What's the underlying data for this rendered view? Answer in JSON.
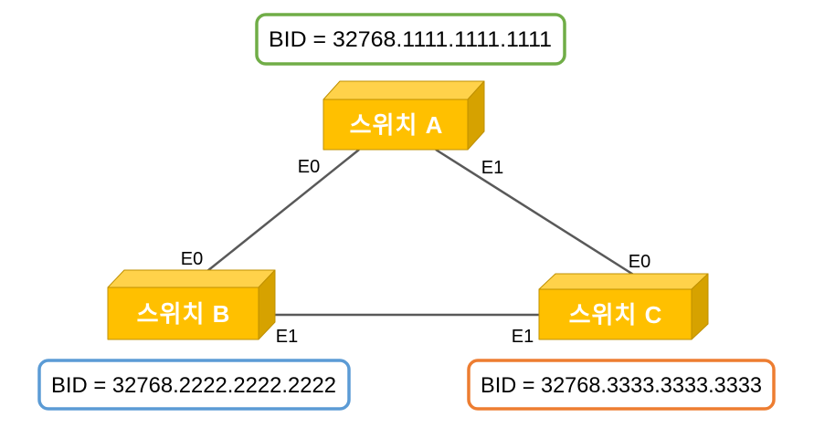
{
  "colors": {
    "gold_front": "#FFC000",
    "gold_top": "#FFD24A",
    "gold_side": "#D6A200",
    "gold_outline": "#BF9000",
    "link_line": "#595959",
    "bid_a_border": "#70AD47",
    "bid_b_border": "#5B9BD5",
    "bid_c_border": "#ED7D31",
    "bid_fill": "#FFFFFF",
    "bid_text": "#000000",
    "switch_name_text": "#FFFFFF",
    "port_text": "#000000"
  },
  "switches": {
    "a": {
      "name": "스위치 A",
      "bid_label": "BID = 32768.1111.1111.1111",
      "ports": {
        "left": "E0",
        "right": "E1"
      }
    },
    "b": {
      "name": "스위치 B",
      "bid_label": "BID = 32768.2222.2222.2222",
      "ports": {
        "top": "E0",
        "right": "E1"
      }
    },
    "c": {
      "name": "스위치 C",
      "bid_label": "BID = 32768.3333.3333.3333",
      "ports": {
        "top": "E0",
        "left": "E1"
      }
    }
  },
  "links": [
    {
      "from": "스위치 A",
      "from_port": "E0",
      "to": "스위치 B",
      "to_port": "E0"
    },
    {
      "from": "스위치 A",
      "from_port": "E1",
      "to": "스위치 C",
      "to_port": "E0"
    },
    {
      "from": "스위치 B",
      "from_port": "E1",
      "to": "스위치 C",
      "to_port": "E1"
    }
  ]
}
